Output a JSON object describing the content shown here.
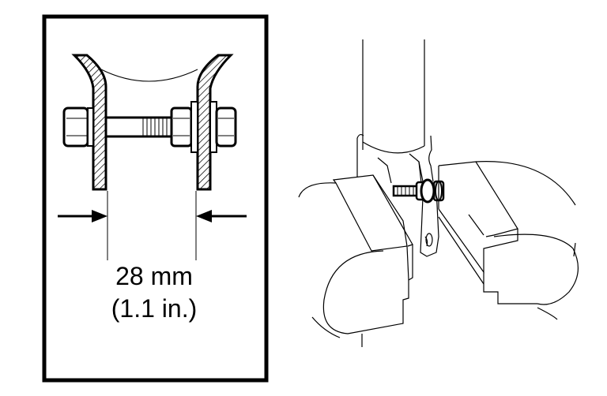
{
  "detail_panel": {
    "measurement_mm": "28 mm",
    "measurement_in": "(1.1 in.)"
  },
  "diagram": {
    "left_panel": "cross-section of exhaust clamp flanges with bolt, nuts and washer; dimension arrows showing gap",
    "right_panel": "perspective view of exhaust pipe clamp being compressed by a clamp tool, with bolt, nut and washer"
  },
  "colors": {
    "line": "#000000",
    "background": "#ffffff"
  }
}
